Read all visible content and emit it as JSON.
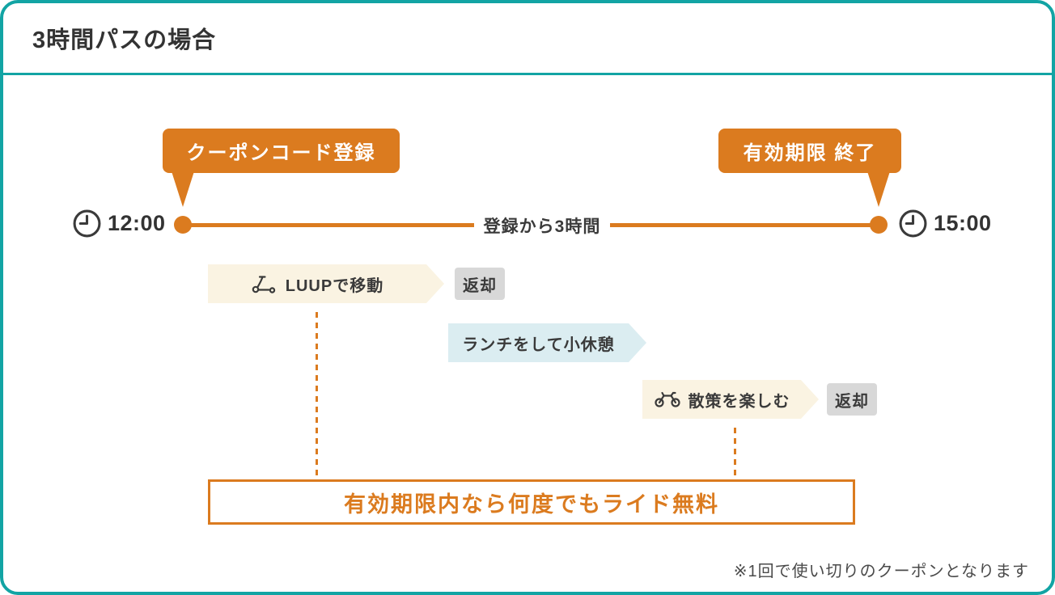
{
  "card": {
    "title": "3時間パスの場合"
  },
  "timeline": {
    "start": {
      "time": "12:00",
      "label": "クーポンコード登録",
      "icon": "clock-icon"
    },
    "end": {
      "time": "15:00",
      "label": "有効期限 終了",
      "icon": "clock-icon"
    },
    "duration_label": "登録から3時間"
  },
  "activities": [
    {
      "label": "LUUPで移動",
      "icon": "scooter-icon",
      "badge": "返却"
    },
    {
      "label": "ランチをして小休憩",
      "icon": "",
      "badge": ""
    },
    {
      "label": "散策を楽しむ",
      "icon": "bicycle-icon",
      "badge": "返却"
    }
  ],
  "highlight_box": {
    "label": "有効期限内なら何度でもライド無料"
  },
  "footnote": "※1回で使い切りのクーポンとなります",
  "colors": {
    "accent_orange": "#DB7B1F",
    "border_teal": "#12A4A4",
    "bar_cream": "#FAF3E2",
    "bar_light_blue": "#DBEDF1",
    "badge_gray": "#D8D8D8",
    "text_dark": "#3A3A3A"
  }
}
